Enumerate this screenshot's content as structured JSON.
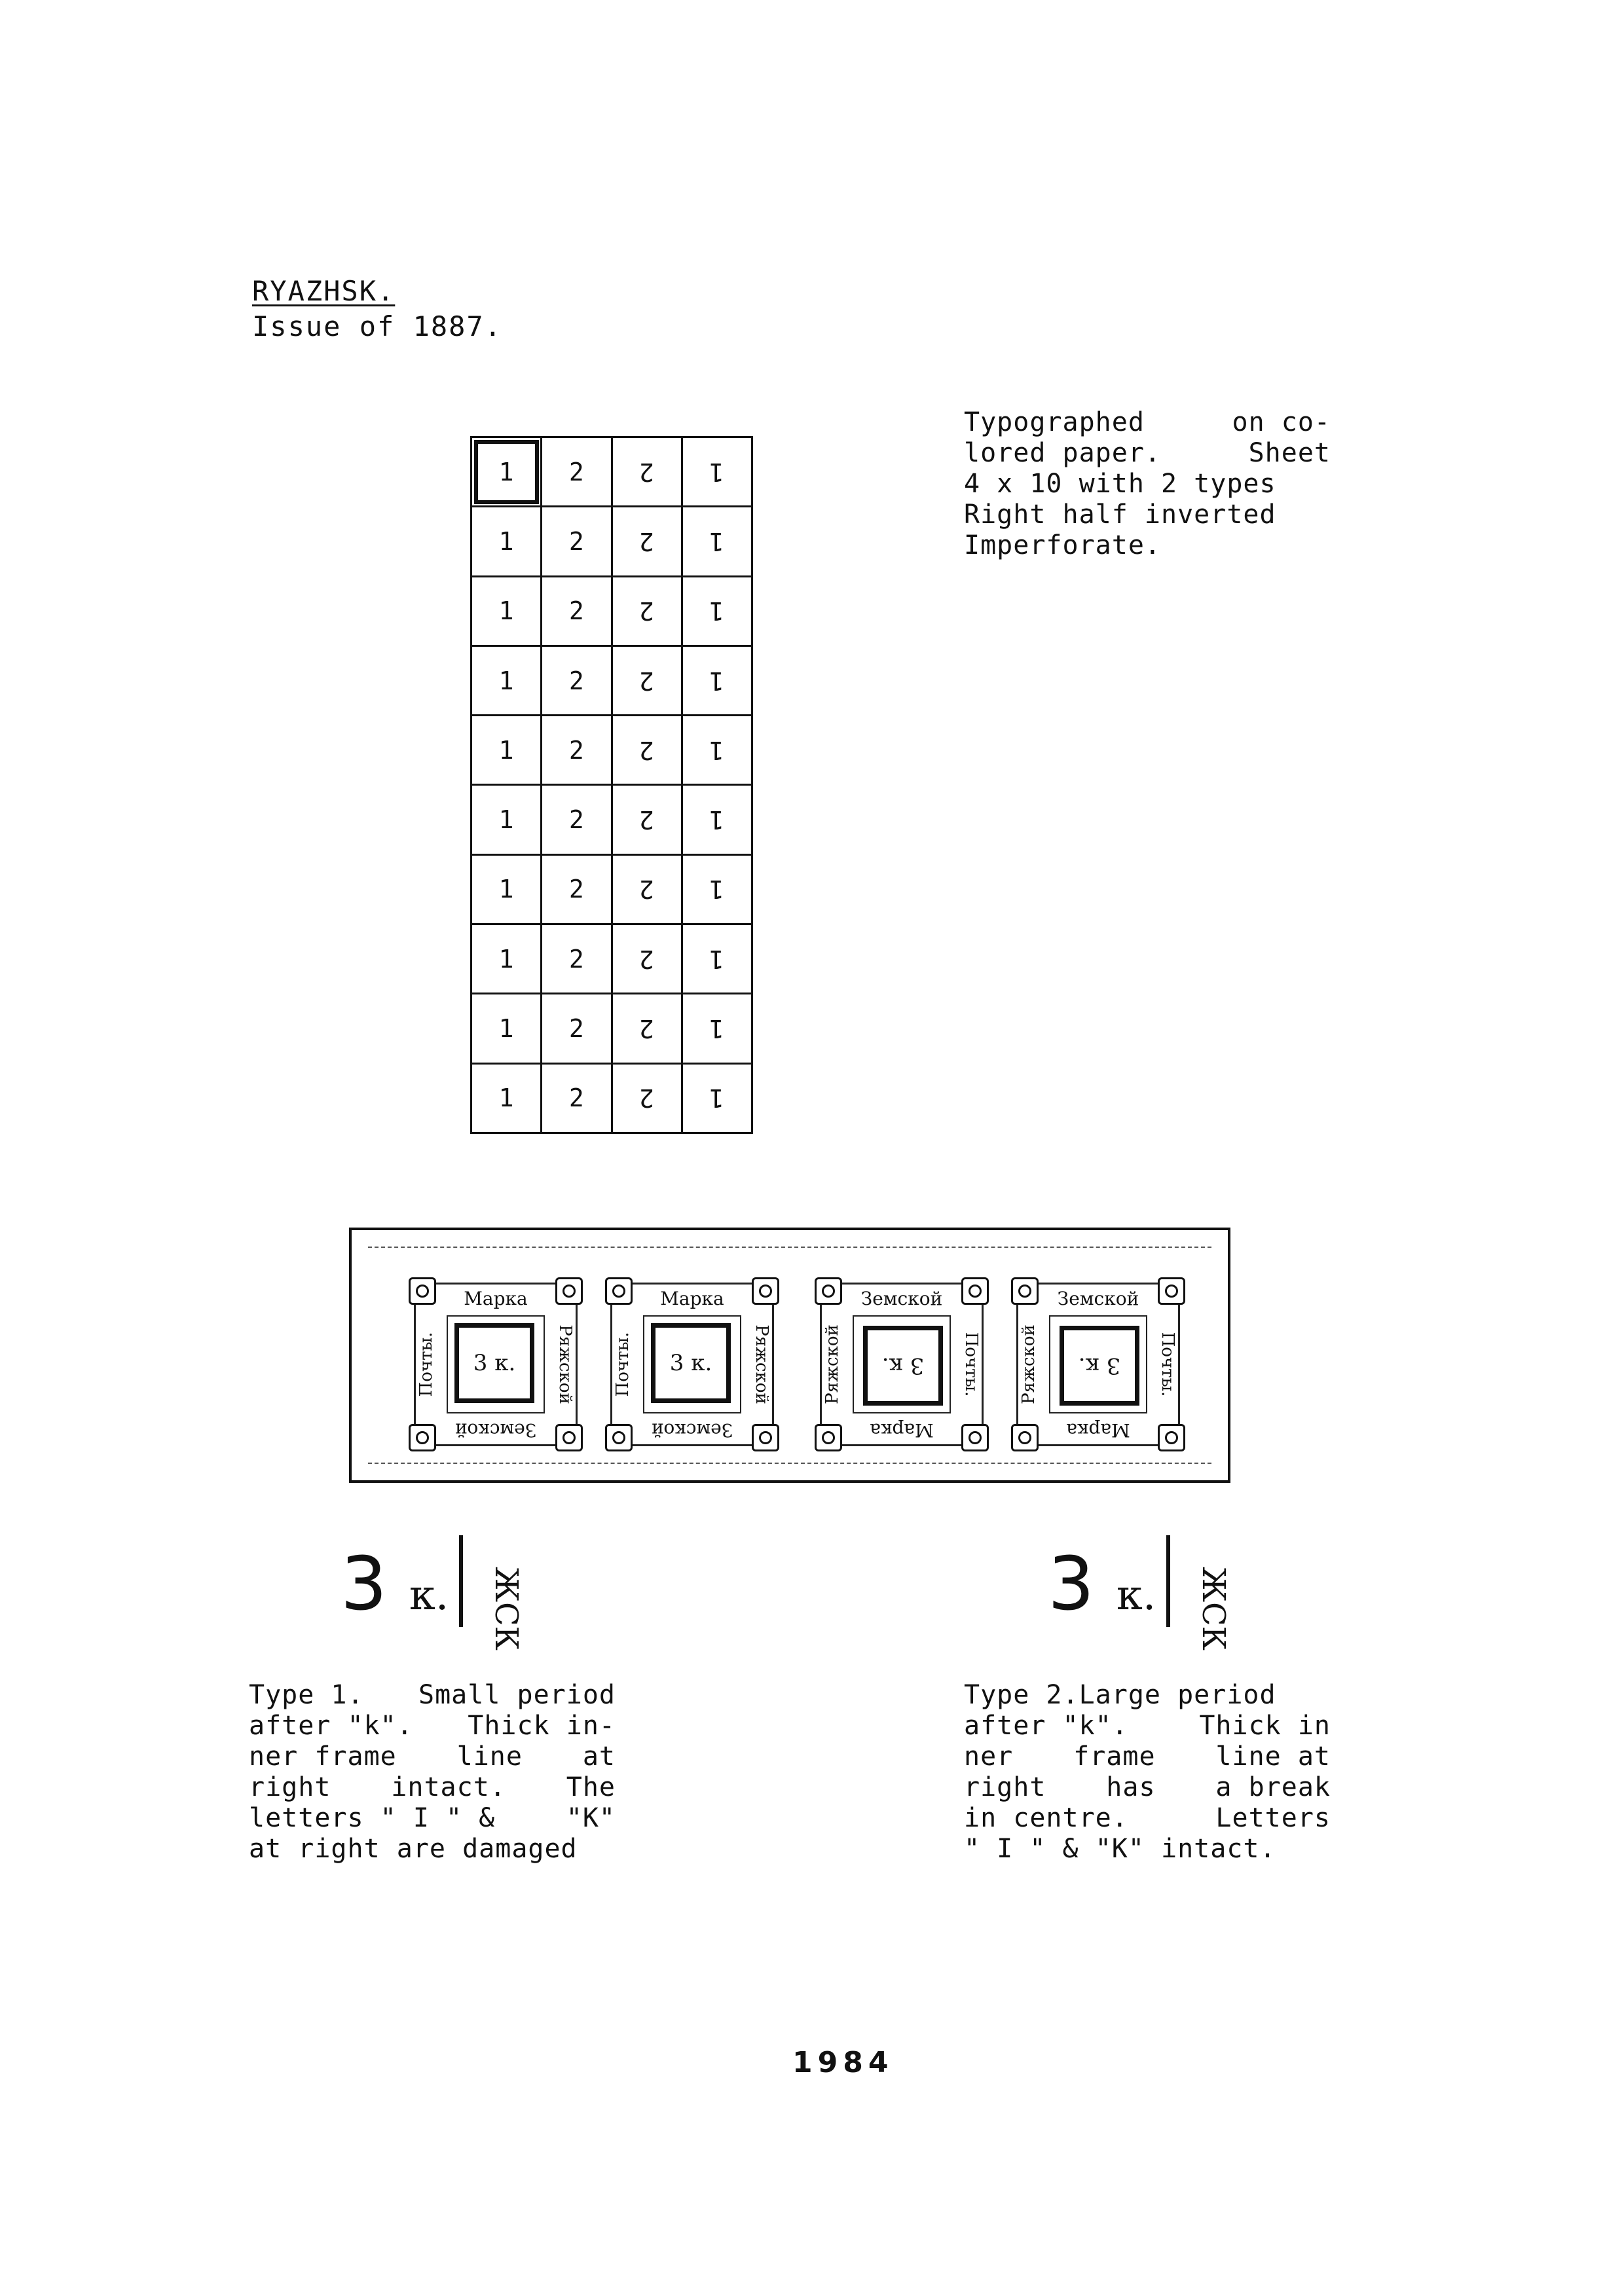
{
  "header": {
    "title": "RYAZHSK.",
    "subtitle": "Issue of 1887."
  },
  "description": {
    "lines": [
      [
        "Typographed",
        "on co-"
      ],
      [
        "lored paper.",
        "Sheet"
      ],
      [
        "4 x 10 with 2 types",
        ""
      ],
      [
        "Right half inverted",
        ""
      ],
      [
        "Imperforate.",
        ""
      ]
    ]
  },
  "sheet": {
    "columns": [
      "1",
      "2",
      "2",
      "1"
    ],
    "rows": 10,
    "inverted_columns": [
      2,
      3
    ]
  },
  "stamp": {
    "value": "3 к.",
    "top": "Марка",
    "bottom": "Земской",
    "left": "Почты.",
    "right": "Ряжской"
  },
  "enlargements": {
    "type1": {
      "value": "3",
      "k": "к.",
      "side": "ЖСК"
    },
    "type2": {
      "value": "3",
      "k": "к.",
      "side": "ЖСК"
    }
  },
  "notes": {
    "type1": [
      [
        "Type 1.",
        "Small period"
      ],
      [
        "after \"k\".",
        "Thick in-"
      ],
      [
        "ner frame",
        "line",
        "at"
      ],
      [
        "right",
        "intact.",
        "The"
      ],
      [
        "letters \" I \" &",
        "\"K\""
      ],
      [
        "at right are damaged",
        ""
      ]
    ],
    "type2": [
      [
        "Type 2.Large period",
        ""
      ],
      [
        "after \"k\".",
        "Thick in"
      ],
      [
        "ner",
        "frame",
        "line at"
      ],
      [
        "right",
        "has",
        "a break"
      ],
      [
        "in centre.",
        "Letters"
      ],
      [
        "\" I \" & \"K\" intact.",
        ""
      ]
    ]
  },
  "footer": {
    "page_number": "1984"
  }
}
